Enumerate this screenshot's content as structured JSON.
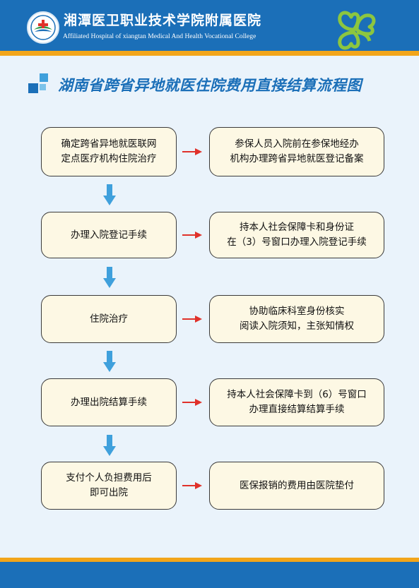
{
  "header": {
    "title": "湘潭医卫职业技术学院附属医院",
    "subtitle": "Affiliated Hospital of xiangtan Medical And Health Vocational College",
    "logo_icon": "hospital-logo-icon",
    "decoration_icon": "clover-heart-icon"
  },
  "page_title": "湖南省跨省异地就医住院费用直接结算流程图",
  "steps": [
    {
      "left": "确定跨省异地就医联网\n定点医疗机构住院治疗",
      "right": "参保人员入院前在参保地经办\n机构办理跨省异地就医登记备案"
    },
    {
      "left": "办理入院登记手续",
      "right": "持本人社会保障卡和身份证\n在（3）号窗口办理入院登记手续"
    },
    {
      "left": "住院治疗",
      "right": "协助临床科室身份核实\n阅读入院须知，主张知情权"
    },
    {
      "left": "办理出院结算手续",
      "right": "持本人社会保障卡到（6）号窗口\n办理直接结算结算手续"
    },
    {
      "left": "支付个人负担费用后\n即可出院",
      "right": "医保报销的费用由医院垫付"
    }
  ],
  "colors": {
    "brand_blue": "#1b6fb8",
    "accent_orange": "#f2a51a",
    "box_fill": "#fdf8e4",
    "arrow_red": "#e0312a",
    "arrow_blue": "#3fa0dc",
    "clover_green": "#8cc63f"
  }
}
